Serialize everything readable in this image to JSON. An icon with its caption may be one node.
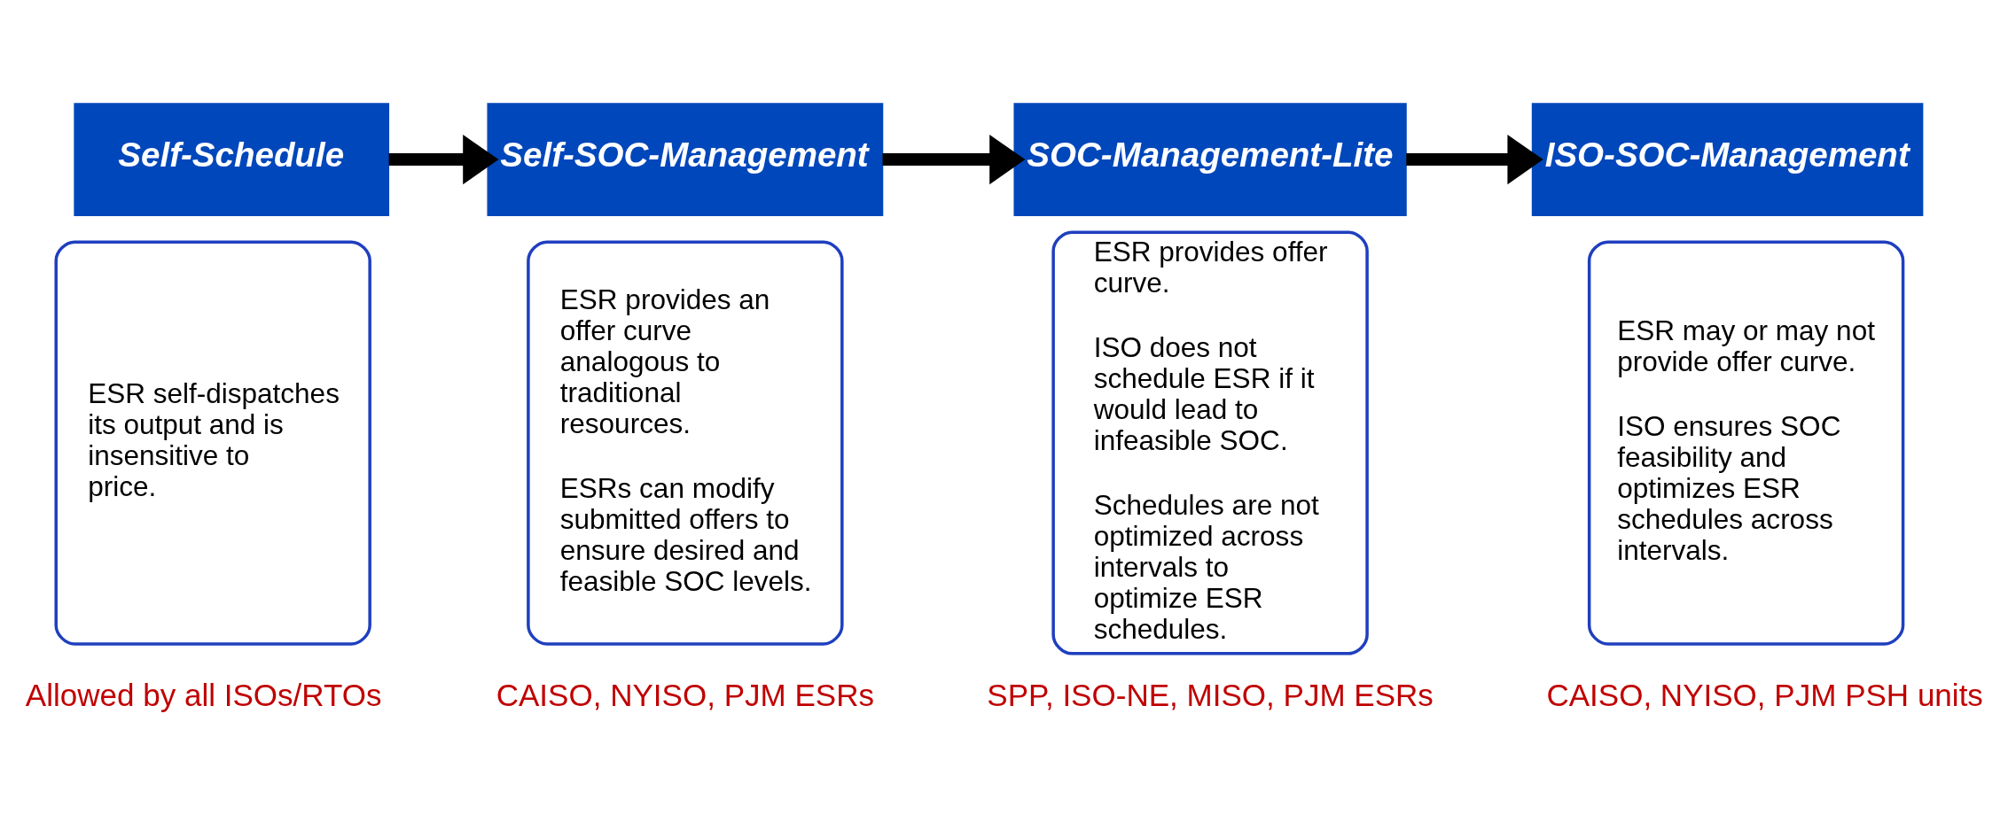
{
  "diagram": {
    "nodes": [
      {
        "text": [
          "Self-Schedule"
        ]
      },
      {
        "text": [
          "ESR self-dispatches its output and is insensitive to price."
        ],
        "beside": [
          "Allowed by all ISOs/RTOs"
        ]
      },
      {
        "text": [
          "Self-SOC-Management"
        ]
      },
      {
        "text": [
          "ESR provides an offer curve analogous to traditional resources.",
          "ESRs can modify submitted offers to ensure desired and feasible SOC levels."
        ],
        "beside": [
          "CAISO, NYISO, PJM ESRs"
        ]
      },
      {
        "text": [
          "SOC-Management-Lite"
        ]
      },
      {
        "text": [
          "ESR provides offer curve.",
          "ISO does not schedule ESR if it would lead to infeasible SOC.",
          "Schedules are not optimized across intervals to optimize ESR schedules."
        ],
        "beside": [
          "SPP, ISO-NE, MISO, PJM ESRs"
        ]
      },
      {
        "text": [
          "ISO-SOC-Management"
        ]
      },
      {
        "text": [
          "ESR may or may not provide offer curve.",
          "ISO ensures SOC feasibility and optimizes ESR schedules across intervals."
        ],
        "beside": [
          "CAISO, NYISO, PJM PSH units"
        ]
      }
    ],
    "edges": [
      {
        "from": 0,
        "to": 2,
        "arrow": "to"
      },
      {
        "from": 2,
        "to": 4,
        "arrow": "to"
      },
      {
        "from": 4,
        "to": 6,
        "arrow": "to"
      }
    ]
  }
}
